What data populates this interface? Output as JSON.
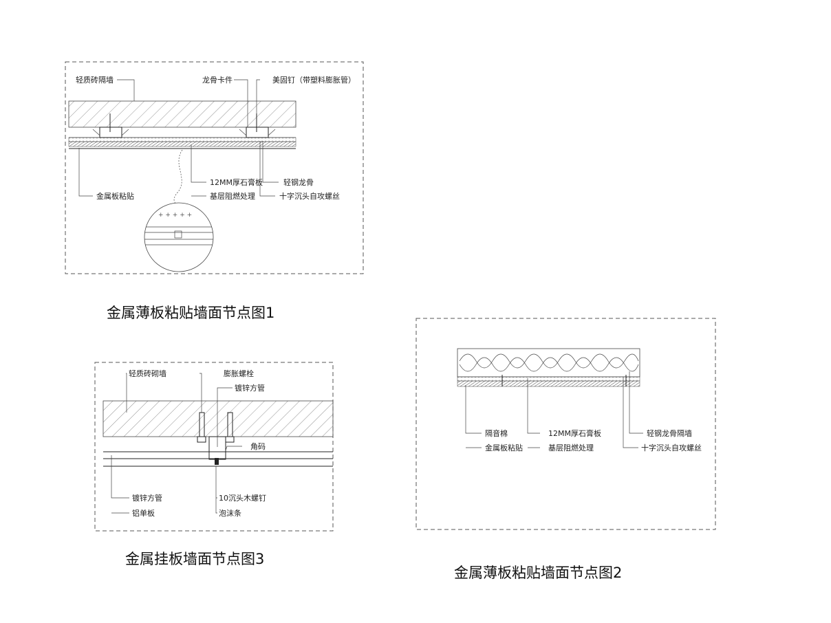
{
  "detail1": {
    "title": "金属薄板粘贴墙面节点图1",
    "labels": {
      "wall": "轻质砖隔墙",
      "clip": "龙骨卡件",
      "anchor": "美固钉（带塑料膨胀管）",
      "gypsum": "12MM厚石膏板",
      "keel": "轻钢龙骨",
      "metal": "金属板粘贴",
      "fireproof": "基层阻燃处理",
      "screw": "十字沉头自攻螺丝"
    }
  },
  "detail2": {
    "title": "金属薄板粘贴墙面节点图2",
    "labels": {
      "insulation": "隔音棉",
      "metal": "金属板粘贴",
      "gypsum": "12MM厚石膏板",
      "fireproof": "基层阻燃处理",
      "partition": "轻钢龙骨隔墙",
      "screw": "十字沉头自攻螺丝"
    }
  },
  "detail3": {
    "title": "金属挂板墙面节点图3",
    "labels": {
      "wall": "轻质砖砌墙",
      "bolt": "膨胀螺栓",
      "tube_top": "镀锌方管",
      "bracket": "角码",
      "tube": "镀锌方管",
      "aluminum": "铝单板",
      "woodscrew": "10沉头木螺钉",
      "foam": "泡沫条"
    }
  }
}
